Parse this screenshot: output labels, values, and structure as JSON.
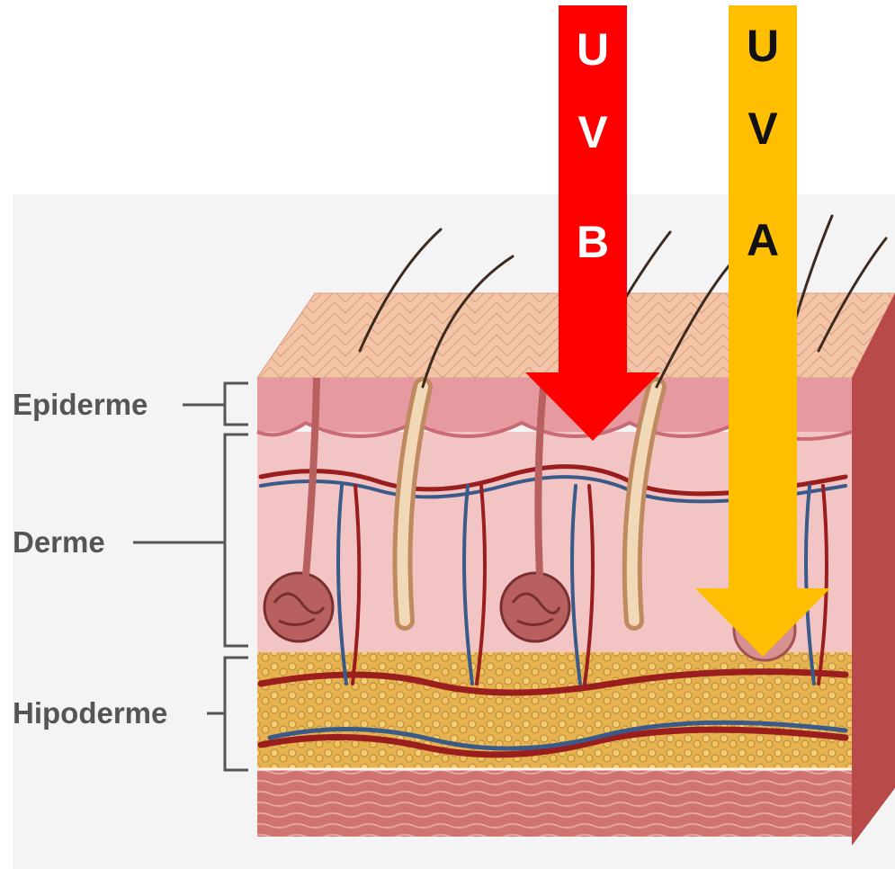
{
  "labels": {
    "epidermis": "Epiderme",
    "dermis": "Derme",
    "hypodermis": "Hipoderme"
  },
  "arrows": [
    {
      "name": "UVB",
      "letters": [
        "U",
        "V",
        "B"
      ],
      "color": "#ff0000",
      "text_color": "#ffffff"
    },
    {
      "name": "UVA",
      "letters": [
        "U",
        "V",
        "A"
      ],
      "color": "#ffbf00",
      "text_color": "#111111"
    }
  ],
  "colors": {
    "background_panel": "#f4f4f4",
    "skin_surface": "#f0bfa0",
    "epidermis": "#e69aa0",
    "dermis": "#f2c4c4",
    "fat": "#e4b454",
    "muscle": "#cc6e6a",
    "artery": "#9b1e1e",
    "vein": "#3a5a8a"
  }
}
